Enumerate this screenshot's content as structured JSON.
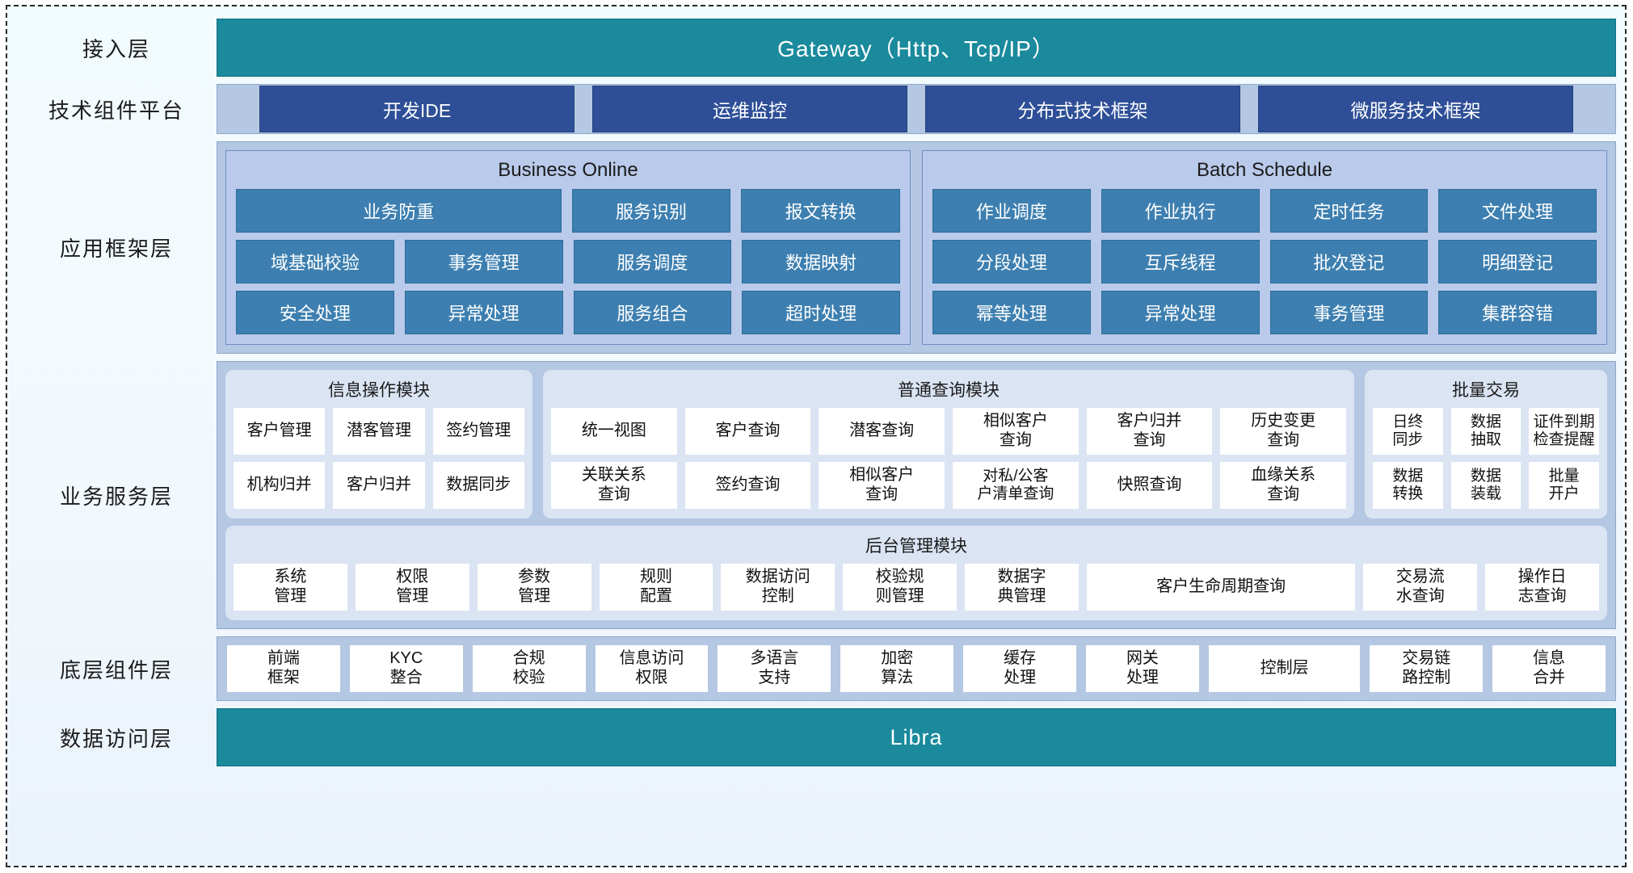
{
  "layers": [
    {
      "label": "接入层"
    },
    {
      "label": "技术组件平台"
    },
    {
      "label": "应用框架层"
    },
    {
      "label": "业务服务层"
    },
    {
      "label": "底层组件层"
    },
    {
      "label": "数据访问层"
    }
  ],
  "access_layer": {
    "title": "Gateway（Http、Tcp/IP）"
  },
  "tech_platform": {
    "chips": [
      "开发IDE",
      "运维监控",
      "分布式技术框架",
      "微服务技术框架"
    ]
  },
  "app_framework": {
    "groups": [
      {
        "title": "Business Online",
        "rows": [
          [
            "业务防重",
            "服务识别",
            "报文转换"
          ],
          [
            "域基础校验",
            "事务管理",
            "服务调度",
            "数据映射"
          ],
          [
            "安全处理",
            "异常处理",
            "服务组合",
            "超时处理"
          ]
        ]
      },
      {
        "title": "Batch Schedule",
        "rows": [
          [
            "作业调度",
            "作业执行",
            "定时任务",
            "文件处理"
          ],
          [
            "分段处理",
            "互斥线程",
            "批次登记",
            "明细登记"
          ],
          [
            "幂等处理",
            "异常处理",
            "事务管理",
            "集群容错"
          ]
        ]
      }
    ]
  },
  "business_service": {
    "cards": [
      {
        "title": "信息操作模块",
        "rows": [
          [
            "客户管理",
            "潜客管理",
            "签约管理"
          ],
          [
            "机构归并",
            "客户归并",
            "数据同步"
          ]
        ]
      },
      {
        "title": "普通查询模块",
        "rows": [
          [
            "统一视图",
            "客户查询",
            "潜客查询",
            "相似客户\n查询",
            "客户归并\n查询",
            "历史变更\n查询"
          ],
          [
            "关联关系\n查询",
            "签约查询",
            "相似客户\n查询",
            "对私/公客\n户清单查询",
            "快照查询",
            "血缘关系\n查询"
          ]
        ]
      },
      {
        "title": "批量交易",
        "rows": [
          [
            "日终\n同步",
            "数据\n抽取",
            "证件到期\n检查提醒"
          ],
          [
            "数据\n转换",
            "数据\n装载",
            "批量\n开户"
          ]
        ]
      }
    ],
    "admin": {
      "title": "后台管理模块",
      "cells": [
        "系统\n管理",
        "权限\n管理",
        "参数\n管理",
        "规则\n配置",
        "数据访问\n控制",
        "校验规\n则管理",
        "数据字\n典管理",
        "客户生命周期查询",
        "交易流\n水查询",
        "操作日\n志查询"
      ]
    }
  },
  "component_layer": {
    "cells": [
      "前端\n框架",
      "KYC\n整合",
      "合规\n校验",
      "信息访问\n权限",
      "多语言\n支持",
      "加密\n算法",
      "缓存\n处理",
      "网关\n处理",
      "控制层",
      "交易链\n路控制",
      "信息\n合并"
    ]
  },
  "data_access_layer": {
    "title": "Libra"
  },
  "colors": {
    "teal": "#1a8a9c",
    "panel_blue": "#b4c7e3",
    "chip_dark_blue": "#2e4f97",
    "chip_mid_blue": "#3d7fb0",
    "card_light": "#dbe4f3"
  }
}
